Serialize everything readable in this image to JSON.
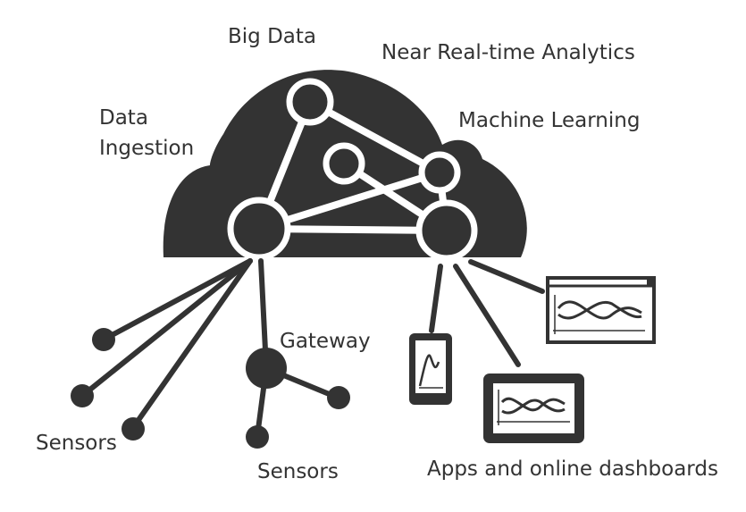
{
  "labels": {
    "big_data": "Big Data",
    "near_real_time": "Near Real-time Analytics",
    "data_ingestion_1": "Data",
    "data_ingestion_2": "Ingestion",
    "machine_learning": "Machine Learning",
    "gateway": "Gateway",
    "sensors_left": "Sensors",
    "sensors_bottom": "Sensors",
    "apps": "Apps and online dashboards"
  },
  "colors": {
    "ink": "#333333",
    "background": "#ffffff"
  },
  "icons": [
    "cloud-icon",
    "network-node-icon",
    "sensor-icon",
    "gateway-icon",
    "phone-icon",
    "tablet-icon",
    "desktop-dashboard-icon"
  ]
}
